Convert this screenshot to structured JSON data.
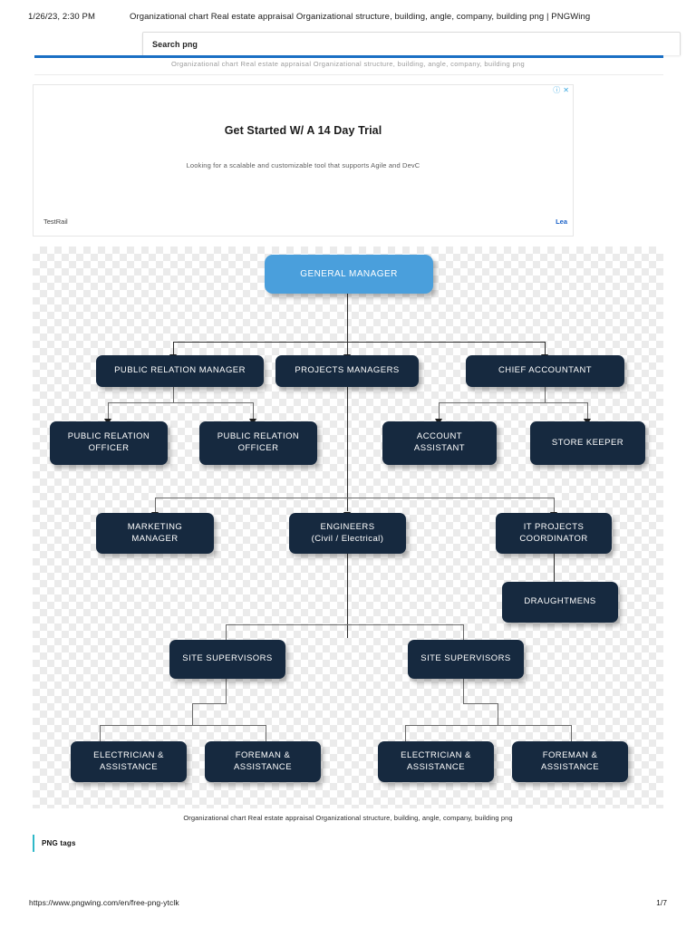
{
  "print_header": {
    "date": "1/26/23, 2:30 PM",
    "title": "Organizational chart Real estate appraisal Organizational structure, building, angle, company, building png | PNGWing"
  },
  "search": {
    "placeholder": "Search png",
    "value": ""
  },
  "breadcrumb": {
    "text": "Organizational chart Real estate appraisal Organizational structure, building, angle, company, building png"
  },
  "ad": {
    "info_icon": "info-icon",
    "close_icon": "close-icon",
    "headline": "Get Started W/ A 14 Day Trial",
    "subtext": "Looking for a scalable and customizable tool that supports Agile and DevC",
    "brand": "TestRail",
    "cta": "Lea"
  },
  "caption": "Organizational chart Real estate appraisal Organizational structure, building, angle, company, building png",
  "tags": {
    "label": "PNG tags"
  },
  "footer": {
    "url": "https://www.pngwing.com/en/free-png-ytclk",
    "page": "1/7"
  },
  "chart_data": {
    "type": "diagram",
    "title": "Organizational chart",
    "colors": {
      "root": "#4a9fdc",
      "node": "#16293f",
      "text": "#ffffff",
      "connector": "#2c2c2c"
    },
    "nodes": [
      {
        "id": "gm",
        "label": "GENERAL MANAGER",
        "level": 1
      },
      {
        "id": "prm",
        "label": "PUBLIC RELATION MANAGER",
        "level": 2
      },
      {
        "id": "pm",
        "label": "PROJECTS MANAGERS",
        "level": 2
      },
      {
        "id": "ca",
        "label": "CHIEF ACCOUNTANT",
        "level": 2
      },
      {
        "id": "pro1",
        "label": "PUBLIC RELATION\nOFFICER",
        "level": 3
      },
      {
        "id": "pro2",
        "label": "PUBLIC RELATION\nOFFICER",
        "level": 3
      },
      {
        "id": "aa",
        "label": "ACCOUNT\nASSISTANT",
        "level": 3
      },
      {
        "id": "sk",
        "label": "STORE KEEPER",
        "level": 3
      },
      {
        "id": "mm",
        "label": "MARKETING\nMANAGER",
        "level": 4
      },
      {
        "id": "eng",
        "label": "ENGINEERS\n(Civil / Electrical)",
        "level": 4
      },
      {
        "id": "itp",
        "label": "IT PROJECTS\nCOORDINATOR",
        "level": 4
      },
      {
        "id": "dr",
        "label": "DRAUGHTMENS",
        "level": 5
      },
      {
        "id": "ss1",
        "label": "SITE SUPERVISORS",
        "level": 6
      },
      {
        "id": "ss2",
        "label": "SITE SUPERVISORS",
        "level": 6
      },
      {
        "id": "ea1",
        "label": "ELECTRICIAN &\nASSISTANCE",
        "level": 7
      },
      {
        "id": "fa1",
        "label": "FOREMAN &\nASSISTANCE",
        "level": 7
      },
      {
        "id": "ea2",
        "label": "ELECTRICIAN &\nASSISTANCE",
        "level": 7
      },
      {
        "id": "fa2",
        "label": "FOREMAN &\nASSISTANCE",
        "level": 7
      }
    ],
    "edges": [
      {
        "from": "gm",
        "to": "prm"
      },
      {
        "from": "gm",
        "to": "pm"
      },
      {
        "from": "gm",
        "to": "ca"
      },
      {
        "from": "prm",
        "to": "pro1"
      },
      {
        "from": "prm",
        "to": "pro2"
      },
      {
        "from": "ca",
        "to": "aa"
      },
      {
        "from": "ca",
        "to": "sk"
      },
      {
        "from": "pm",
        "to": "mm"
      },
      {
        "from": "pm",
        "to": "eng"
      },
      {
        "from": "pm",
        "to": "itp"
      },
      {
        "from": "itp",
        "to": "dr"
      },
      {
        "from": "eng",
        "to": "ss1"
      },
      {
        "from": "eng",
        "to": "ss2"
      },
      {
        "from": "ss1",
        "to": "ea1"
      },
      {
        "from": "ss1",
        "to": "fa1"
      },
      {
        "from": "ss2",
        "to": "ea2"
      },
      {
        "from": "ss2",
        "to": "fa2"
      }
    ]
  }
}
